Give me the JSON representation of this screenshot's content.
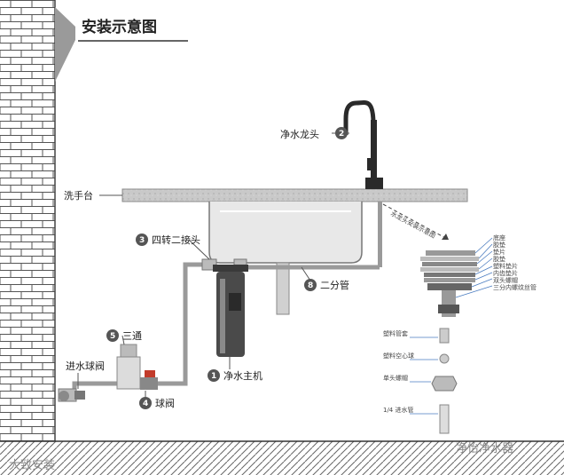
{
  "title": "安装示意图",
  "labels": {
    "faucet": "净水龙头",
    "counter": "洗手台",
    "adapter": "四转二接头",
    "tee": "三通",
    "inlet_valve": "进水球阀",
    "pipe": "二分管",
    "main_unit": "净水主机",
    "ball_valve": "球阀",
    "faucet_diagram": "水龙头安装示意图"
  },
  "numbers": {
    "faucet": "2",
    "adapter": "3",
    "tee": "5",
    "ball_valve": "4",
    "pipe": "8",
    "main_unit": "1"
  },
  "parts_stack": [
    "底座",
    "胶垫",
    "垫片",
    "胶垫",
    "塑料垫片",
    "内齿垫片",
    "双头螺帽",
    "三分内螺纹丝管"
  ],
  "parts_lower": [
    "塑料管套",
    "塑料空心球",
    "单头螺帽",
    "1/4 进水管"
  ],
  "watermark_right": "净怡净水器",
  "watermark_left": "大致安装"
}
